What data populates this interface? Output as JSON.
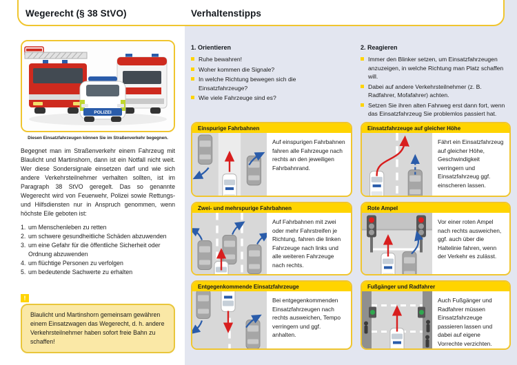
{
  "header": {
    "title_left": "Wegerecht (§ 38 StVO)",
    "title_right": "Verhaltenstipps"
  },
  "left": {
    "police_label": "POLIZEI",
    "image_caption": "Diesen Einsatzfahrzeugen können Sie im Straßenverkehr begegnen.",
    "intro": "Begegnet man im Straßenverkehr einem Fahrzeug mit Blaulicht und Martinshorn, dann ist ein Notfall nicht weit. Wer diese Sondersignale einsetzen darf und wie sich andere Verkehrsteilnehmer verhalten sollten, ist im Paragraph 38 StVO geregelt. Das so genannte Wegerecht wird von Feuerwehr, Polizei sowie Rettungs- und Hilfsdiensten nur in Anspruch genommen, wenn höchste Eile geboten ist:",
    "numbered_items": [
      {
        "num": "1.",
        "text": "um Menschenleben zu retten"
      },
      {
        "num": "2.",
        "text": "um schwere gesundheitliche Schäden abzuwenden"
      },
      {
        "num": "3.",
        "text": "um eine Gefahr für die öffentliche Sicherheit oder Ordnung abzuwenden"
      },
      {
        "num": "4.",
        "text": "um flüchtige Personen zu verfolgen"
      },
      {
        "num": "5.",
        "text": "um bedeutende Sachwerte zu erhalten"
      }
    ],
    "warning_icon": "!",
    "warning": "Blaulicht und Martinshorn gemeinsam gewähren einem Einsatzwagen das Wegerecht, d. h. andere Verkehrsteilnehmer haben sofort freie Bahn zu schaffen!"
  },
  "orientieren": {
    "heading": "1. Orientieren",
    "bullets": [
      "Ruhe bewahren!",
      "Woher kommen die Signale?",
      "In welche Richtung bewegen sich die Einsatzfahrzeuge?",
      "Wie viele Fahrzeuge sind es?"
    ]
  },
  "reagieren": {
    "heading": "2. Reagieren",
    "bullets": [
      "Immer den Blinker setzen, um Einsatzfahrzeugen anzuzeigen, in welche Richtung man Platz schaffen will.",
      "Dabei auf andere Verkehrsteilnehmer (z. B. Radfahrer, Mofafahrer) achten.",
      "Setzen Sie ihren alten Fahrweg erst dann fort, wenn das Einsatzfahrzeug Sie problemlos passiert hat."
    ]
  },
  "panels": [
    {
      "title": "Einspurige Fahrbahnen",
      "text": "Auf einspurigen Fahrbahnen fahren alle Fahrzeuge nach rechts an den jeweiligen Fahrbahnrand."
    },
    {
      "title": "Zwei- und mehrspurige Fahrbahnen",
      "text": "Auf Fahrbahnen mit zwei oder mehr Fahrstreifen je Richtung, fahren die linken Fahrzeuge nach links und alle weiteren Fahrzeuge nach rechts."
    },
    {
      "title": "Entgegenkommende Einsatzfahrzeuge",
      "text": "Bei entgegenkommenden Einsatzfahrzeugen nach rechts ausweichen, Tempo verringern und ggf. anhalten."
    },
    {
      "title": "Einsatzfahrzeuge auf gleicher Höhe",
      "text": "Fährt ein Einsatzfahrzeug auf gleicher Höhe, Geschwindigkeit verringern und Einsatzfahrzeug ggf. einscheren lassen."
    },
    {
      "title": "Rote Ampel",
      "text": "Vor einer roten Ampel nach rechts ausweichen, ggf. auch über die Haltelinie fahren, wenn der Verkehr es zulässt."
    },
    {
      "title": "Fußgänger und Radfahrer",
      "text": "Auch Fußgänger und Radfahrer müssen Einsatzfahrzeuge passieren lassen und dabei auf eigene Vorrechte verzichten."
    }
  ],
  "colors": {
    "accent_yellow": "#FFD400",
    "border_gold": "#F0C52E",
    "note_bg": "#FAE8A6",
    "section_bg": "#E3E6F0",
    "arrow_red": "#D81E1E",
    "arrow_blue": "#2A5CAA"
  }
}
